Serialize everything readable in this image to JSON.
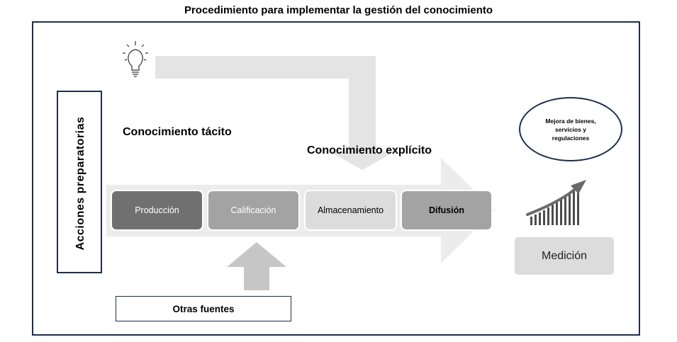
{
  "title": "Procedimiento para implementar la gestión del conocimiento",
  "vertical_label": "Acciones preparatorias",
  "tacit_label": "Conocimiento tácito",
  "explicit_label": "Conocimiento explícito",
  "steps": [
    {
      "label": "Producción"
    },
    {
      "label": "Calificación"
    },
    {
      "label": "Almacenamiento"
    },
    {
      "label": "Difusión"
    }
  ],
  "other_sources_label": "Otras fuentes",
  "improvement_label": "Mejora de bienes, servicios y regulaciones",
  "measurement_label": "Medición",
  "icons": [
    "lightbulb-icon",
    "growth-chart-icon"
  ],
  "colors": {
    "frame": "#1f2d4d",
    "arrow_light": "#e4e4e4",
    "arrow_band": "#ececec",
    "step_dark": "#707070",
    "step_mid": "#a3a3a3",
    "step_light": "#dcdcdc",
    "chart_bar": "#4d4d4d"
  }
}
